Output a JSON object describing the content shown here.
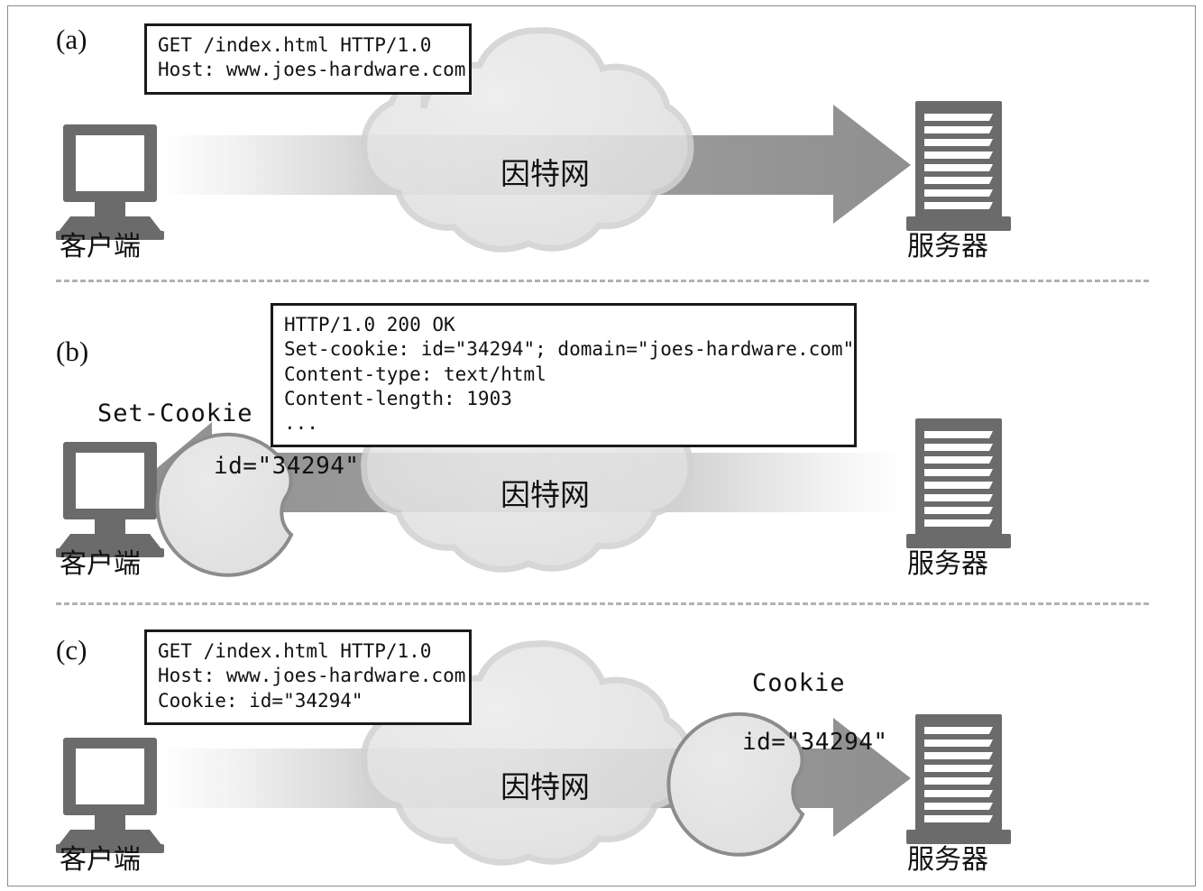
{
  "figure": {
    "title": "HTTP Cookie exchange between client and server",
    "border_color": "#8b8b8b",
    "background": "#ffffff",
    "divider_color": "#b2b2b2"
  },
  "colors": {
    "arrow_gray": "#8f8f8f",
    "device_gray": "#6b6b6b",
    "cloud_fill": "#e6e6e6",
    "cloud_stroke": "#d2d2d2",
    "cookie_fill": "#e3e3e3",
    "cookie_stroke": "#8c8c8c",
    "box_border": "#1a1a1a",
    "text": "#111111"
  },
  "panels": [
    {
      "id": "a",
      "label": "(a)",
      "message_box": "GET /index.html HTTP/1.0\nHost: www.joes-hardware.com",
      "cloud_label": "因特网",
      "client_caption": "客户端",
      "server_caption": "服务器",
      "arrow_direction": "right",
      "cookie": null
    },
    {
      "id": "b",
      "label": "(b)",
      "message_box": "HTTP/1.0 200 OK\nSet-cookie: id=\"34294\"; domain=\"joes-hardware.com\"\nContent-type: text/html\nContent-length: 1903\n...",
      "cloud_label": "因特网",
      "client_caption": "客户端",
      "server_caption": "服务器",
      "arrow_direction": "left",
      "cookie": {
        "title": "Set-Cookie",
        "value": "id=\"34294\""
      }
    },
    {
      "id": "c",
      "label": "(c)",
      "message_box": "GET /index.html HTTP/1.0\nHost: www.joes-hardware.com\nCookie: id=\"34294\"",
      "cloud_label": "因特网",
      "client_caption": "客户端",
      "server_caption": "服务器",
      "arrow_direction": "right",
      "cookie": {
        "title": "Cookie",
        "value": "id=\"34294\""
      }
    }
  ],
  "icons": {
    "client": "desktop-computer-icon",
    "server": "server-rack-icon",
    "cloud": "internet-cloud-icon",
    "cookie": "cookie-icon",
    "arrow": "flow-arrow-icon"
  }
}
